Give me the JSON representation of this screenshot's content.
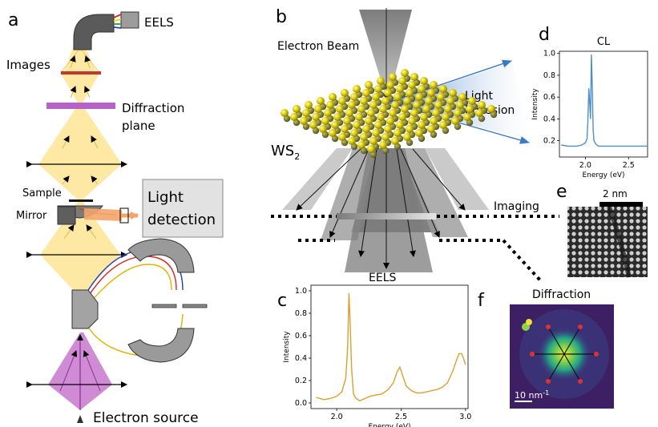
{
  "panels": {
    "a": "a",
    "b": "b",
    "c": "c",
    "d": "d",
    "e": "e",
    "f": "f"
  },
  "panel_a": {
    "eels": "EELS",
    "images": "Images",
    "diffraction_plane_line1": "Diffraction",
    "diffraction_plane_line2": "plane",
    "sample": "Sample",
    "mirror": "Mirror",
    "light_detection_line1": "Light",
    "light_detection_line2": "detection",
    "electron_source": "Electron source"
  },
  "panel_b": {
    "electron_beam": "Electron Beam",
    "light_emission_line1": "Light",
    "light_emission_line2": "Emission",
    "ws2_main": "WS",
    "ws2_sub": "2",
    "imaging": "Imaging",
    "eels": "EELS",
    "diffraction": "Diffraction"
  },
  "panel_e": {
    "scale": "2 nm"
  },
  "panel_f": {
    "scale_main": "10 nm",
    "scale_sup": "-1"
  },
  "colors": {
    "beam_yellow": "#fde59a",
    "beam_purple": "#c777cc",
    "prism_grey": "#8c8c8c",
    "cl_line": "#4f8fc3",
    "eels_line": "#daa032",
    "emission_blue": "#3a78c8",
    "light_orange": "#f4a46a"
  },
  "chart_data": [
    {
      "id": "c",
      "type": "line",
      "title": "",
      "xlabel": "Energy (eV)",
      "ylabel": "Intensity",
      "xlim": [
        1.8,
        3.02
      ],
      "ylim": [
        -0.05,
        1.05
      ],
      "xticks": [
        "2.0",
        "2.5",
        "3.0"
      ],
      "yticks": [
        "0.0",
        "0.2",
        "0.4",
        "0.6",
        "0.8",
        "1.0"
      ],
      "series": [
        {
          "color": "#daa032",
          "x": [
            1.84,
            1.9,
            1.95,
            2.0,
            2.04,
            2.07,
            2.085,
            2.095,
            2.105,
            2.115,
            2.13,
            2.15,
            2.18,
            2.22,
            2.26,
            2.3,
            2.35,
            2.4,
            2.44,
            2.47,
            2.49,
            2.51,
            2.54,
            2.58,
            2.62,
            2.66,
            2.7,
            2.74,
            2.78,
            2.82,
            2.86,
            2.9,
            2.93,
            2.95,
            2.97,
            2.99,
            3.0
          ],
          "y": [
            0.05,
            0.03,
            0.04,
            0.06,
            0.1,
            0.22,
            0.5,
            0.98,
            0.7,
            0.32,
            0.08,
            0.04,
            0.02,
            0.04,
            0.06,
            0.07,
            0.08,
            0.12,
            0.18,
            0.28,
            0.32,
            0.25,
            0.15,
            0.11,
            0.09,
            0.09,
            0.1,
            0.11,
            0.12,
            0.14,
            0.18,
            0.28,
            0.38,
            0.44,
            0.44,
            0.38,
            0.34
          ]
        }
      ]
    },
    {
      "id": "d",
      "type": "line",
      "title": "CL",
      "xlabel": "Energy (eV)",
      "ylabel": "Intensity",
      "xlim": [
        1.7,
        2.72
      ],
      "ylim": [
        0.05,
        1.02
      ],
      "xticks": [
        "2.0",
        "2.5"
      ],
      "yticks": [
        "0.2",
        "0.4",
        "0.6",
        "0.8",
        "1.0"
      ],
      "series": [
        {
          "color": "#4f8fc3",
          "x": [
            1.72,
            1.8,
            1.9,
            1.96,
            2.0,
            2.02,
            2.03,
            2.04,
            2.05,
            2.06,
            2.07,
            2.08,
            2.09,
            2.1,
            2.12,
            2.15,
            2.2,
            2.3,
            2.4,
            2.5,
            2.6,
            2.72
          ],
          "y": [
            0.16,
            0.15,
            0.15,
            0.16,
            0.18,
            0.22,
            0.4,
            0.68,
            0.56,
            0.4,
            0.99,
            0.7,
            0.3,
            0.2,
            0.17,
            0.15,
            0.15,
            0.15,
            0.15,
            0.15,
            0.15,
            0.15
          ]
        }
      ]
    }
  ]
}
